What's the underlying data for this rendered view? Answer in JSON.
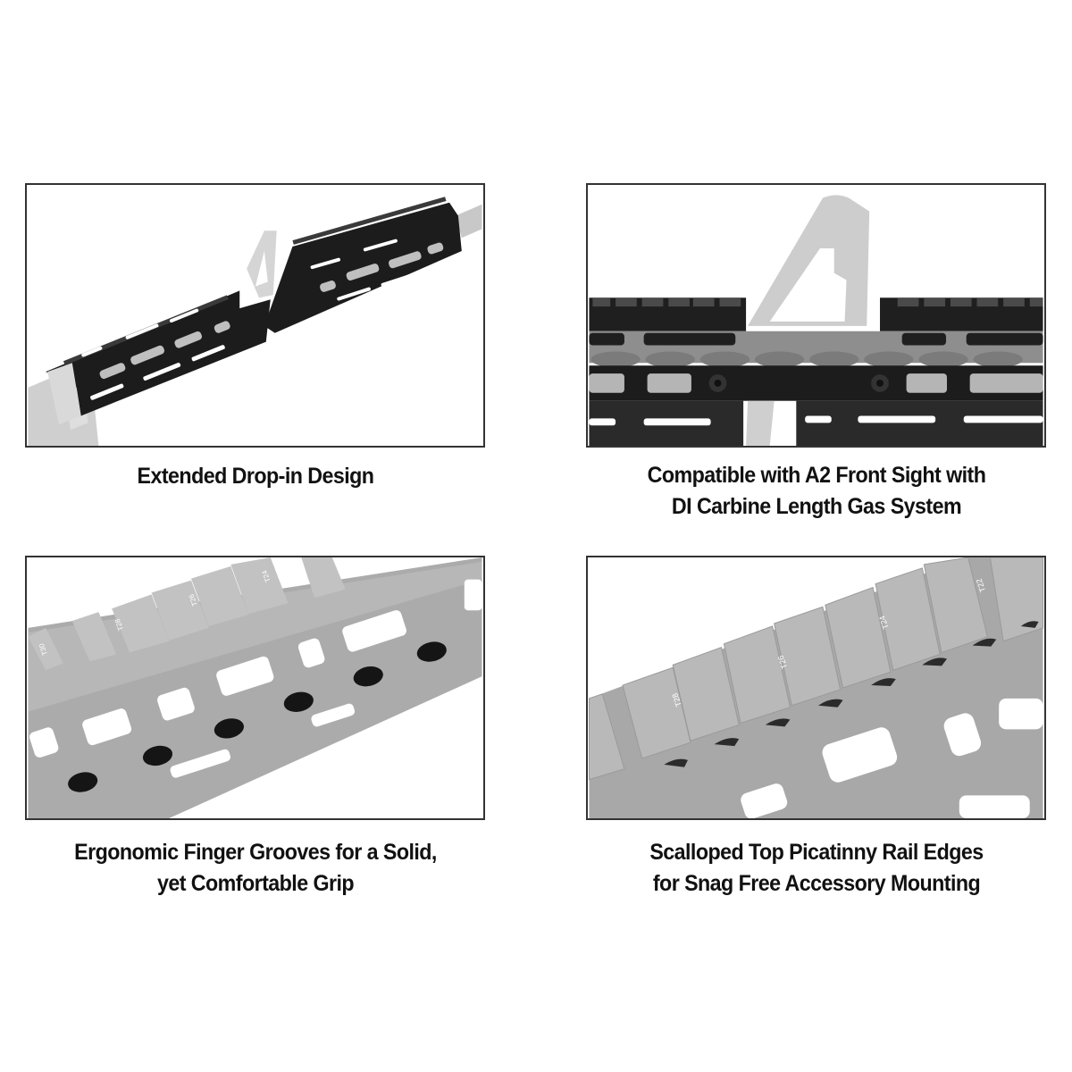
{
  "colors": {
    "background": "#ffffff",
    "frame_border": "#333333",
    "caption_text": "#111111",
    "rail_black": "#1a1a1a",
    "receiver_gray": "#c8c8c8",
    "grey_rail": "#a9a9a9"
  },
  "panels": [
    {
      "id": "extended-drop-in",
      "caption": [
        "Extended Drop-in Design"
      ],
      "photo": "black-free-float-handguard-on-rifle-with-a2-front-sight"
    },
    {
      "id": "a2-compatible",
      "caption": [
        "Compatible with A2 Front Sight with",
        "DI Carbine Length Gas System"
      ],
      "photo": "close-up-a2-front-sight-between-rail-sections"
    },
    {
      "id": "finger-grooves",
      "caption": [
        "Ergonomic Finger Grooves for a Solid,",
        "yet Comfortable Grip"
      ],
      "photo": "close-up-finger-grooves-on-handguard",
      "rail_markings": [
        "T30",
        "T28",
        "T26",
        "T24"
      ]
    },
    {
      "id": "scalloped-rail",
      "caption": [
        "Scalloped Top Picatinny Rail Edges",
        "for Snag Free Accessory Mounting"
      ],
      "photo": "close-up-scalloped-picatinny-rail",
      "rail_markings": [
        "T28",
        "T26",
        "T24",
        "T22"
      ]
    }
  ]
}
